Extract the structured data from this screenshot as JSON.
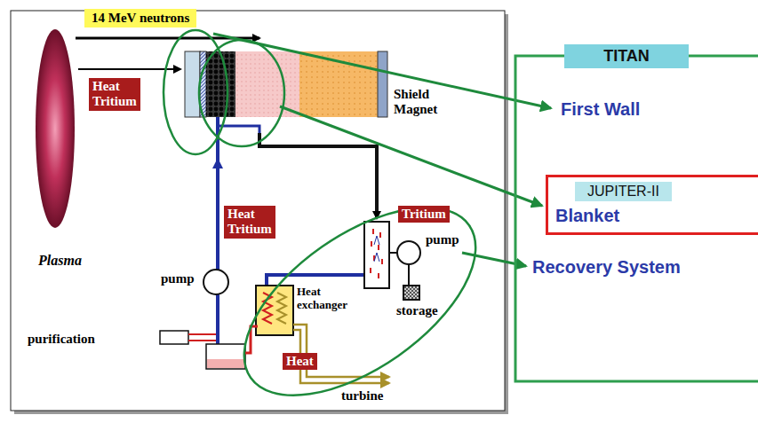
{
  "diagram": {
    "nodes": [
      {
        "text": [
          "14 MeV neutrons"
        ]
      },
      {
        "text": [
          "Heat Tritium"
        ]
      },
      {
        "text": [
          "Heat Tritium"
        ]
      },
      {
        "text": [
          "Tritium"
        ]
      },
      {
        "text": [
          "Heat"
        ]
      },
      {
        "text": [
          "TITAN"
        ]
      },
      {
        "text": [
          "Blanket"
        ]
      },
      {
        "text": [
          "JUPITER-II"
        ],
        "in": 6
      }
    ],
    "labels": [
      "Shield Magnet",
      "Plasma",
      "pump",
      "pump",
      "storage",
      "purification",
      "Heat exchanger",
      "turbine",
      "First Wall",
      "Recovery System"
    ]
  }
}
